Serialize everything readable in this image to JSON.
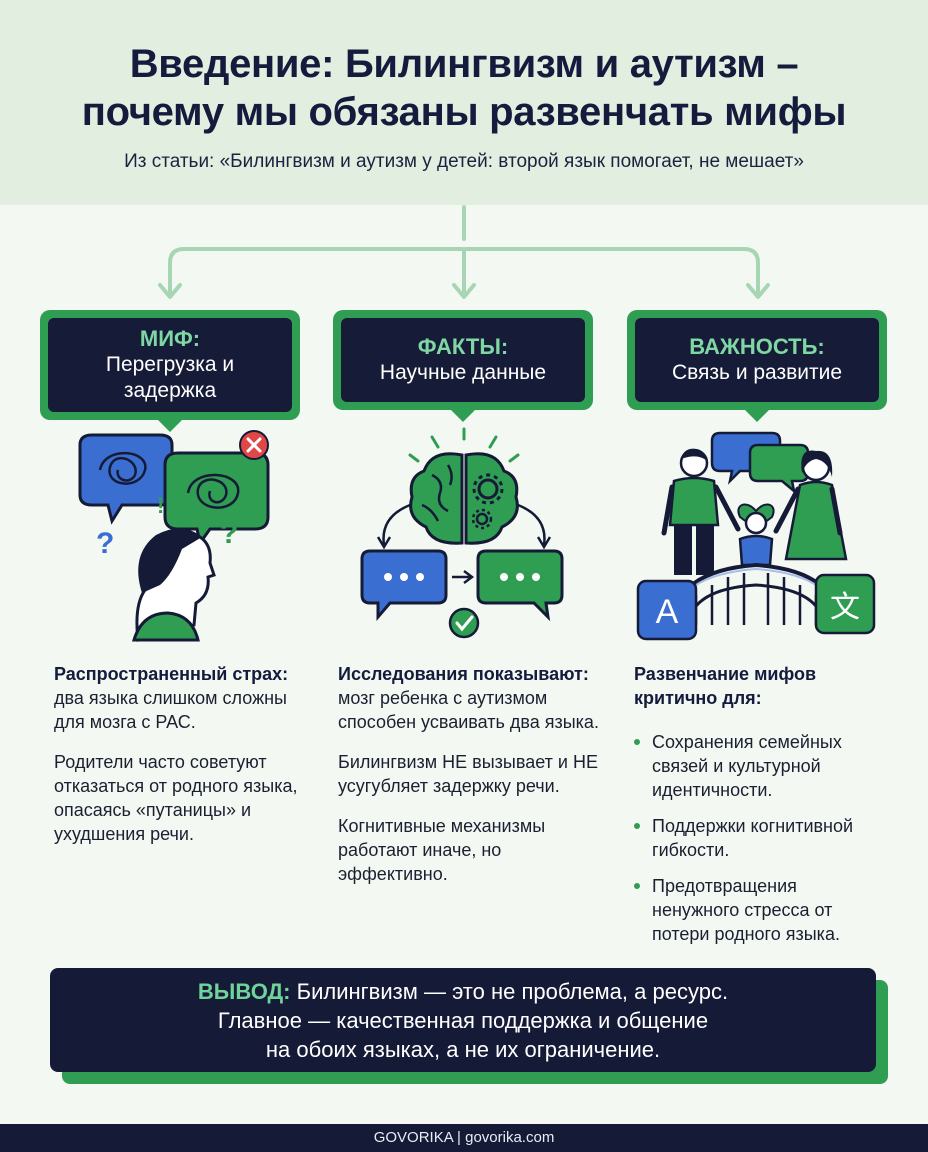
{
  "header": {
    "title_line1": "Введение: Билингвизм и аутизм –",
    "title_line2": "почему мы обязаны развенчать мифы",
    "subtitle": "Из статьи: «Билингвизм и аутизм у детей: второй язык помогает, не мешает»"
  },
  "columns": [
    {
      "label_title": "МИФ:",
      "label_sub_line1": "Перегрузка и",
      "label_sub_line2": "задержка",
      "icon": "confused-child-icon",
      "p1_lead": "Распространенный страх:",
      "p1_rest": " два языка слишком сложны для мозга с РАС.",
      "p2": "Родители часто советуют отказаться от родного языка, опасаясь «путаницы» и ухудшения речи."
    },
    {
      "label_title": "ФАКТЫ:",
      "label_sub_line1": "Научные данные",
      "icon": "brain-speech-icon",
      "p1_lead": "Исследования показывают:",
      "p1_rest": " мозг ребенка с аутизмом способен усваивать два языка.",
      "p2": "Билингвизм НЕ вызывает и НЕ усугубляет задержку речи.",
      "p3": "Когнитивные механизмы работают иначе, но эффективно."
    },
    {
      "label_title": "ВАЖНОСТЬ:",
      "label_sub_line1": "Связь и развитие",
      "icon": "family-bridge-icon",
      "lead": "Развенчание мифов критично для:",
      "bullets": [
        "Сохранения семейных связей и культурной идентичности.",
        "Поддержки когнитивной гибкости.",
        "Предотвращения ненужного стресса от потери родного языка."
      ],
      "glyph_a": "A",
      "glyph_b": "文"
    }
  ],
  "conclusion": {
    "lead": "ВЫВОД:",
    "line1": " Билингвизм — это не проблема, а ресурс.",
    "line2": "Главное — качественная поддержка и общение",
    "line3": "на обоих языках, а не их ограничение."
  },
  "footer": {
    "text": "GOVORIKA | govorika.com"
  },
  "colors": {
    "accent_green": "#2f9e53",
    "navy": "#151b37",
    "blue": "#3a6fd1",
    "header_bg": "#e2eee0"
  }
}
